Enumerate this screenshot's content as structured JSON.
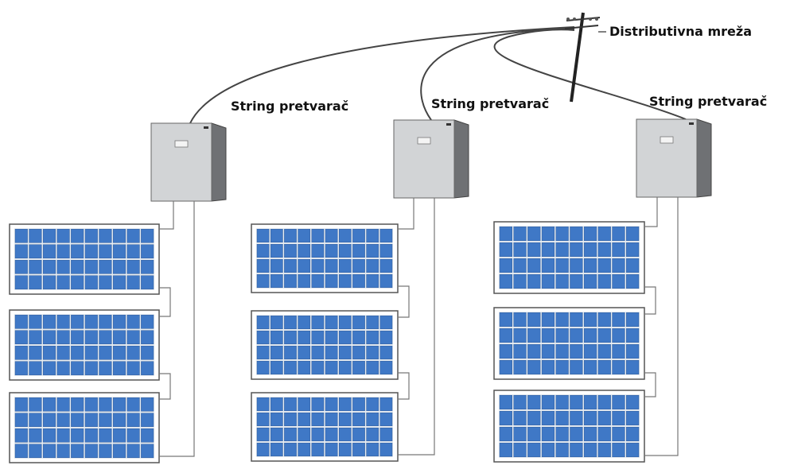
{
  "grid_label": "Distributivna mreža",
  "inverter_label": "String pretvarač",
  "strings": [
    {
      "inverter_label": "String pretvarač",
      "modules": 3
    },
    {
      "inverter_label": "String pretvarač",
      "modules": 3
    },
    {
      "inverter_label": "String pretvarač",
      "modules": 3
    }
  ],
  "colors": {
    "cell": "#3f78c6",
    "cell_gap": "#e9eef3",
    "inverter_front": "#d2d4d6",
    "inverter_side": "#6f7174",
    "cable": "#444444"
  },
  "icons": [
    "utility-pole-icon",
    "string-inverter-icon",
    "solar-panel-icon"
  ]
}
